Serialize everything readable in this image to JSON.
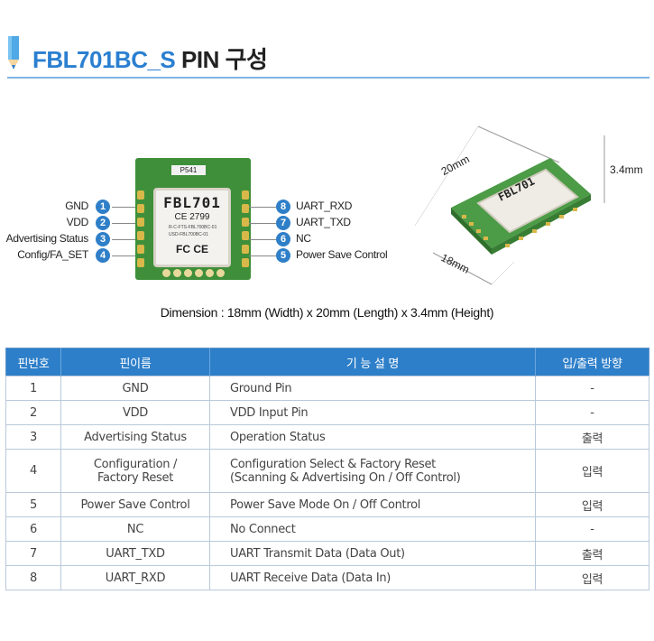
{
  "header": {
    "title_model": "FBL701BC_S",
    "title_rest": "PIN 구성"
  },
  "pinout": {
    "left": [
      {
        "num": "1",
        "label": "GND"
      },
      {
        "num": "2",
        "label": "VDD"
      },
      {
        "num": "3",
        "label": "Advertising Status"
      },
      {
        "num": "4",
        "label": "Config/FA_SET"
      }
    ],
    "right": [
      {
        "num": "8",
        "label": "UART_RXD"
      },
      {
        "num": "7",
        "label": "UART_TXD"
      },
      {
        "num": "6",
        "label": "NC"
      },
      {
        "num": "5",
        "label": "Power Save Control"
      }
    ]
  },
  "module": {
    "top_label": "P541",
    "name": "FBL701",
    "ce": "CE 2799",
    "cert1": "R-C-FTS-FBL700BC-01",
    "cert2": "USD-FBL700BC-01",
    "fc": "FC CE"
  },
  "dimensions_3d": {
    "length": "20mm",
    "width": "18mm",
    "height": "3.4mm"
  },
  "dimension_text": "Dimension : 18mm (Width) x 20mm (Length) x 3.4mm (Height)",
  "table": {
    "headers": [
      "핀번호",
      "핀이름",
      "기 능 설 명",
      "입/출력 방향"
    ],
    "rows": [
      {
        "num": "1",
        "name": "GND",
        "desc": "Ground Pin",
        "dir": "-"
      },
      {
        "num": "2",
        "name": "VDD",
        "desc": "VDD Input Pin",
        "dir": "-"
      },
      {
        "num": "3",
        "name": "Advertising Status",
        "desc": "Operation Status",
        "dir": "출력"
      },
      {
        "num": "4",
        "name": "Configuration /",
        "name2": "Factory Reset",
        "desc": "Configuration Select & Factory Reset",
        "desc2": "(Scanning & Advertising On / Off Control)",
        "dir": "입력"
      },
      {
        "num": "5",
        "name": "Power Save Control",
        "desc": "Power Save Mode On / Off Control",
        "dir": "입력"
      },
      {
        "num": "6",
        "name": "NC",
        "desc": "No Connect",
        "dir": "-"
      },
      {
        "num": "7",
        "name": "UART_TXD",
        "desc": "UART Transmit Data (Data Out)",
        "dir": "출력"
      },
      {
        "num": "8",
        "name": "UART_RXD",
        "desc": "UART Receive Data (Data In)",
        "dir": "입력"
      }
    ]
  },
  "colors": {
    "accent": "#2e7fc9",
    "title_blue": "#2a7fd0",
    "pcb_green": "#3f8f3a"
  }
}
